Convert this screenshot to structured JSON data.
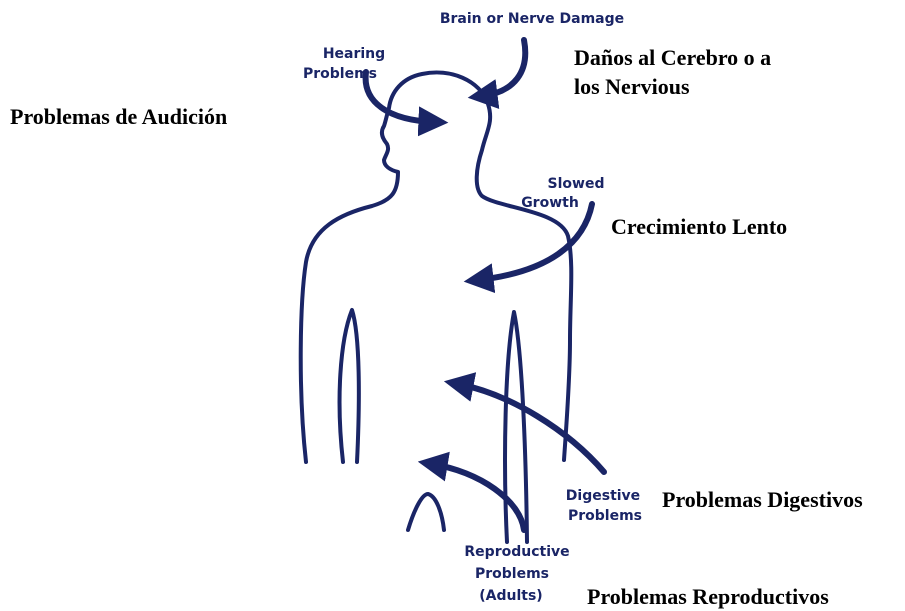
{
  "colors": {
    "figure": "#1a2566",
    "english_text": "#1a2566",
    "spanish_text": "#000000",
    "background": "#ffffff"
  },
  "labels_en": {
    "brain": "Brain or Nerve Damage",
    "hearing_line1": "Hearing",
    "hearing_line2": "Problems",
    "growth_line1": "Slowed",
    "growth_line2": "Growth",
    "digestive_line1": "Digestive",
    "digestive_line2": "Problems",
    "reproductive_line1": "Reproductive",
    "reproductive_line2": "Problems",
    "reproductive_line3": "(Adults)"
  },
  "labels_es": {
    "brain_line1": "Daños al Cerebro o a",
    "brain_line2": "los Nervious",
    "hearing": "Problemas de Audición",
    "growth": "Crecimiento Lento",
    "digestive": "Problemas Digestivos",
    "reproductive": "Problemas Reproductivos"
  }
}
